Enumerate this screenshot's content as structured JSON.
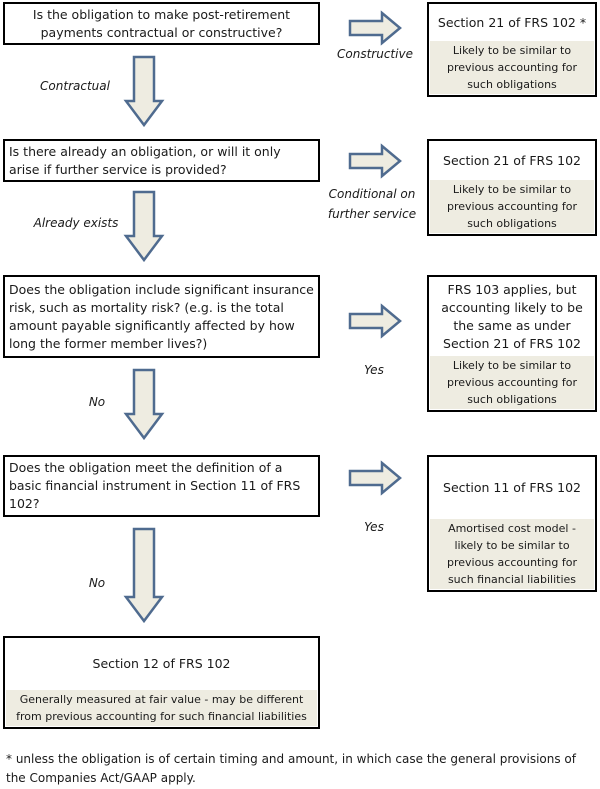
{
  "q1": "Is the obligation to make post-retirement payments contractual or constructive?",
  "q2": "Is there already an obligation, or will it only arise if further service is provided?",
  "q3": "Does the obligation include significant insurance risk, such as mortality risk? (e.g. is the total amount payable significantly affected by how long the former member lives?)",
  "q4": "Does the obligation meet the definition of a basic financial instrument in Section 11 of FRS 102?",
  "out1": {
    "title": "Section 21 of FRS 102 *",
    "note": "Likely to be similar to previous accounting for such obligations"
  },
  "out2": {
    "title": "Section 21 of FRS 102",
    "note": "Likely to be similar to previous accounting for such obligations"
  },
  "out3": {
    "title": "FRS 103 applies, but accounting likely to be the same as under Section 21 of FRS 102",
    "note": "Likely to be similar to previous accounting for such obligations"
  },
  "out4": {
    "title": "Section 11 of FRS 102",
    "note": "Amortised cost model - likely to be similar to previous accounting for such financial liabilities"
  },
  "out5": {
    "title": "Section 12 of FRS 102",
    "note": "Generally measured at fair value - may be different from previous accounting for such financial liabilities"
  },
  "labels": {
    "constructive": "Constructive",
    "contractual": "Contractual",
    "conditional": "Conditional on further service",
    "already_exists": "Already exists",
    "yes1": "Yes",
    "no1": "No",
    "yes2": "Yes",
    "no2": "No"
  },
  "footnote": "* unless the obligation is of certain timing and amount, in which case the general provisions of the Companies Act/GAAP apply."
}
